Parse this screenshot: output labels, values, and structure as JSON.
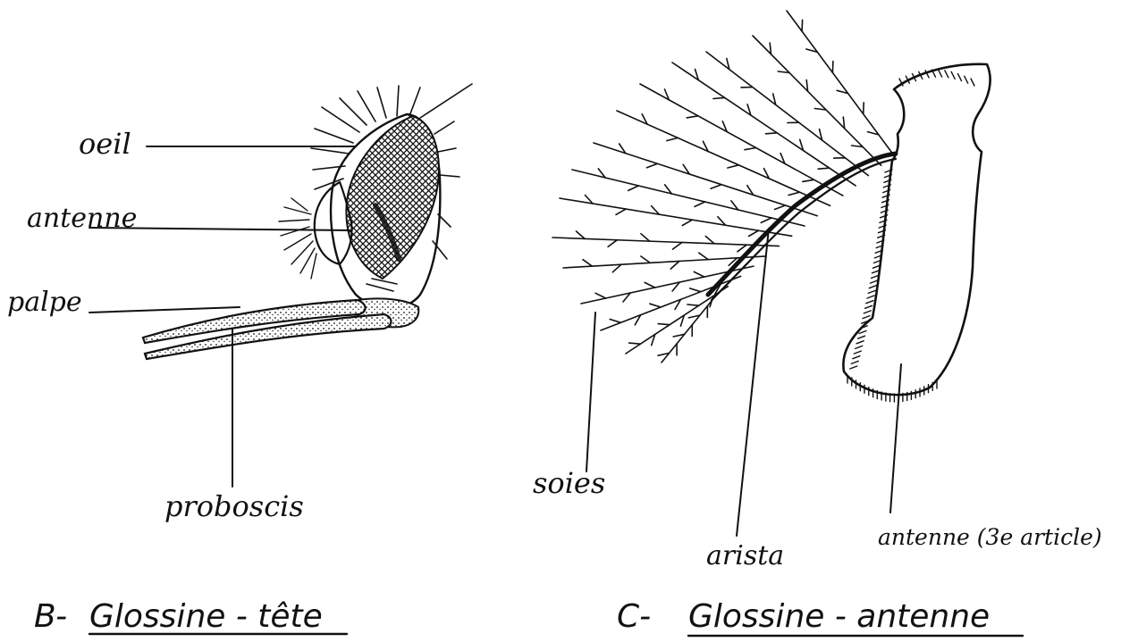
{
  "figure_b": {
    "labels": {
      "oeil": "oeil",
      "antenne": "antenne",
      "palpe": "palpe",
      "proboscis": "proboscis"
    },
    "caption_prefix": "B-",
    "caption_title": "Glossine - tête"
  },
  "figure_c": {
    "labels": {
      "soies": "soies",
      "arista": "arista",
      "antenne_3e_article": "antenne (3e article)"
    },
    "caption_prefix": "C-",
    "caption_title": "Glossine - antenne"
  },
  "colors": {
    "ink": "#111111",
    "paper": "#ffffff"
  }
}
